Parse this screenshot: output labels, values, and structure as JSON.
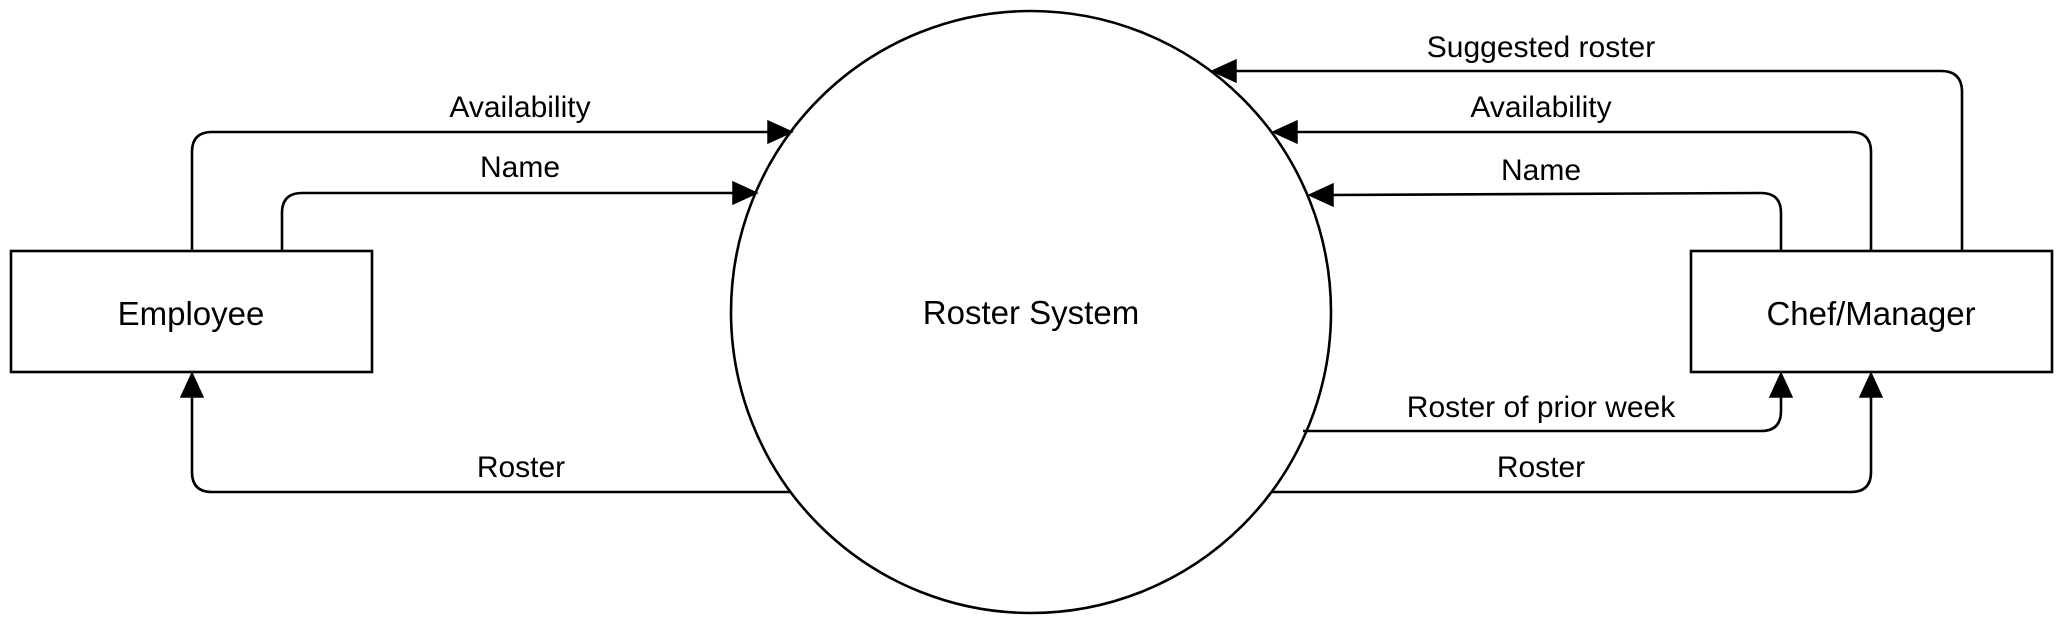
{
  "nodes": {
    "employee": {
      "label": "Employee"
    },
    "process": {
      "label": "Roster System"
    },
    "chef_manager": {
      "label": "Chef/Manager"
    }
  },
  "flows": {
    "employee_availability": {
      "label": "Availability"
    },
    "employee_name": {
      "label": "Name"
    },
    "roster_to_employee": {
      "label": "Roster"
    },
    "suggested_roster": {
      "label": "Suggested roster"
    },
    "manager_availability": {
      "label": "Availability"
    },
    "manager_name": {
      "label": "Name"
    },
    "roster_prior_week": {
      "label": "Roster of prior week"
    },
    "roster_to_manager": {
      "label": "Roster"
    }
  },
  "colors": {
    "stroke": "#000000",
    "background": "#ffffff"
  }
}
